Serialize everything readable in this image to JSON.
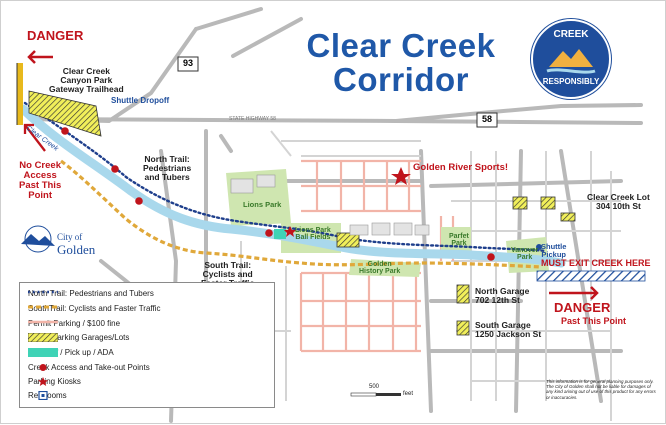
{
  "title": {
    "line1": "Clear Creek",
    "line2": "Corridor"
  },
  "badge": {
    "top": "CREEK",
    "bottom": "RESPONSIBLY"
  },
  "warnings": {
    "danger_left": "DANGER",
    "danger_right": "DANGER",
    "no_access": "No Creek\nAccess\nPast This\nPoint",
    "past_point": "Past This Point",
    "must_exit": "MUST EXIT CREEK HERE"
  },
  "labels": {
    "gateway": "Clear Creek\nCanyon Park\nGateway Trailhead",
    "shuttle_dropoff": "Shuttle Dropoff",
    "north_trail": "North Trail:\nPedestrians\nand Tubers",
    "south_trail": "South Trail:\nCyclists and\nFaster Traffic",
    "golden_river_sports": "Golden River Sports!",
    "clear_creek_lot": "Clear Creek Lot\n304 10th St",
    "shuttle_pickup": "Shuttle\nPickup",
    "north_garage": "North Garage\n702 12th St",
    "south_garage": "South Garage\n1250 Jackson St",
    "lions_park": "Lions Park",
    "lions_park_ballfields": "Lions Park\nBall Fields",
    "golden_history_park": "Golden\nHistory Park",
    "parfet_park": "Parfet\nPark",
    "vanover_park": "Vanover\nPark",
    "clear_creek_water": "Clear Creek",
    "city_of": "City of",
    "golden": "Golden",
    "highway_93": "93",
    "highway_58": "58",
    "scale": "500",
    "scale_unit": "feet",
    "disclaimer": "This information is for general planning purposes only. The City of Golden shall not be liable for damages of any kind arising out of use of this product for any errors or inaccuracies."
  },
  "legend": [
    {
      "label": "North Trail: Pedestrians and Tubers",
      "icon": "dotted-blue-line"
    },
    {
      "label": "SouthTrail: Cyclists and Faster Traffic",
      "icon": "dashed-gold-line"
    },
    {
      "label": "Permit Parking / $100 fine",
      "icon": "pink-line"
    },
    {
      "label": "Public Parking Garages/Lots",
      "icon": "yellow-hatch-box"
    },
    {
      "label": "Drop Off / Pick up / ADA",
      "icon": "teal-box"
    },
    {
      "label": "Creek Access and Take-out Points",
      "icon": "red-pin"
    },
    {
      "label": "Parking Kiosks",
      "icon": "red-star"
    },
    {
      "label": "Restrooms",
      "icon": "restroom-square"
    }
  ],
  "colors": {
    "title": "#1f58a8",
    "danger": "#c0141c",
    "creek": "#a9d8ec",
    "north_trail": "#1f3f8c",
    "south_trail": "#e0a83a",
    "permit_parking": "#f2b4a8",
    "park_green": "#cfe6b0",
    "parking_yellow": "#f1ef5a",
    "dropoff_teal": "#3fd3b6"
  }
}
